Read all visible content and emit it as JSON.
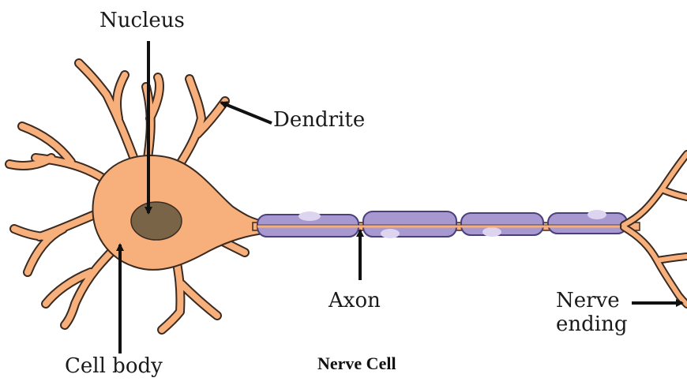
{
  "diagram": {
    "caption": "Nerve Cell",
    "labels": {
      "nucleus": "Nucleus",
      "dendrite": "Dendrite",
      "axon": "Axon",
      "nerve_ending_line1": "Nerve",
      "nerve_ending_line2": "ending",
      "cell_body": "Cell body"
    },
    "colors": {
      "cell": "#f7b07c",
      "cell_outline": "#3a2a20",
      "nucleus": "#7a6448",
      "myelin": "#a898d0",
      "myelin_outline": "#4a3f7a",
      "node_spots": "#ddd4ef",
      "arrow": "#111111"
    }
  }
}
